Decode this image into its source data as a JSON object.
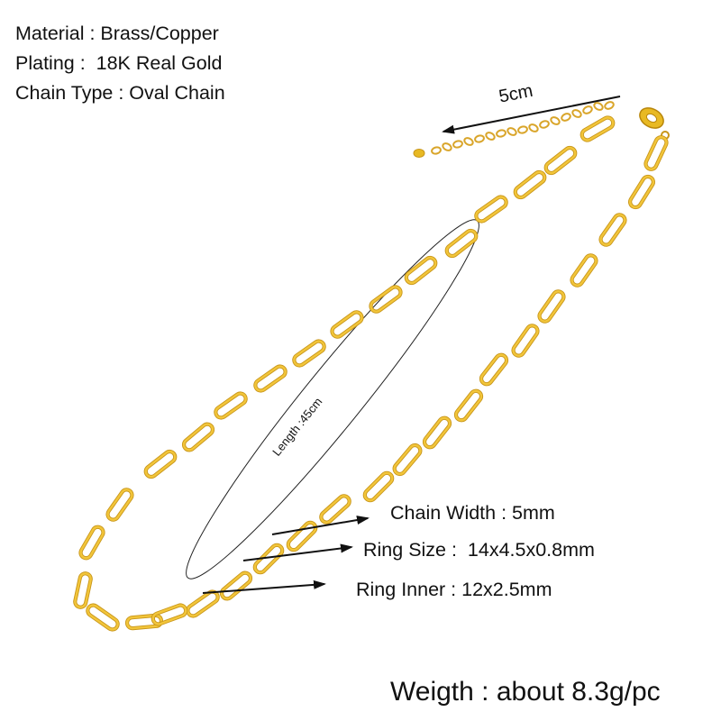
{
  "specs": {
    "material": "Material : Brass/Copper",
    "plating": "Plating :  18K Real Gold",
    "chain_type": "Chain Type : Oval Chain"
  },
  "extender": {
    "label": "5cm"
  },
  "length": {
    "label": "Length :45cm"
  },
  "annotations": {
    "chain_width": "Chain Width : 5mm",
    "ring_size": "Ring Size :  14x4.5x0.8mm",
    "ring_inner": "Ring Inner : 12x2.5mm"
  },
  "weight": {
    "label": "Weigth : about 8.3g/pc"
  },
  "colors": {
    "gold": "#E8B923",
    "gold_dark": "#C8961A",
    "gold_light": "#F6D96B",
    "text": "#111111",
    "background": "#FFFFFF"
  }
}
